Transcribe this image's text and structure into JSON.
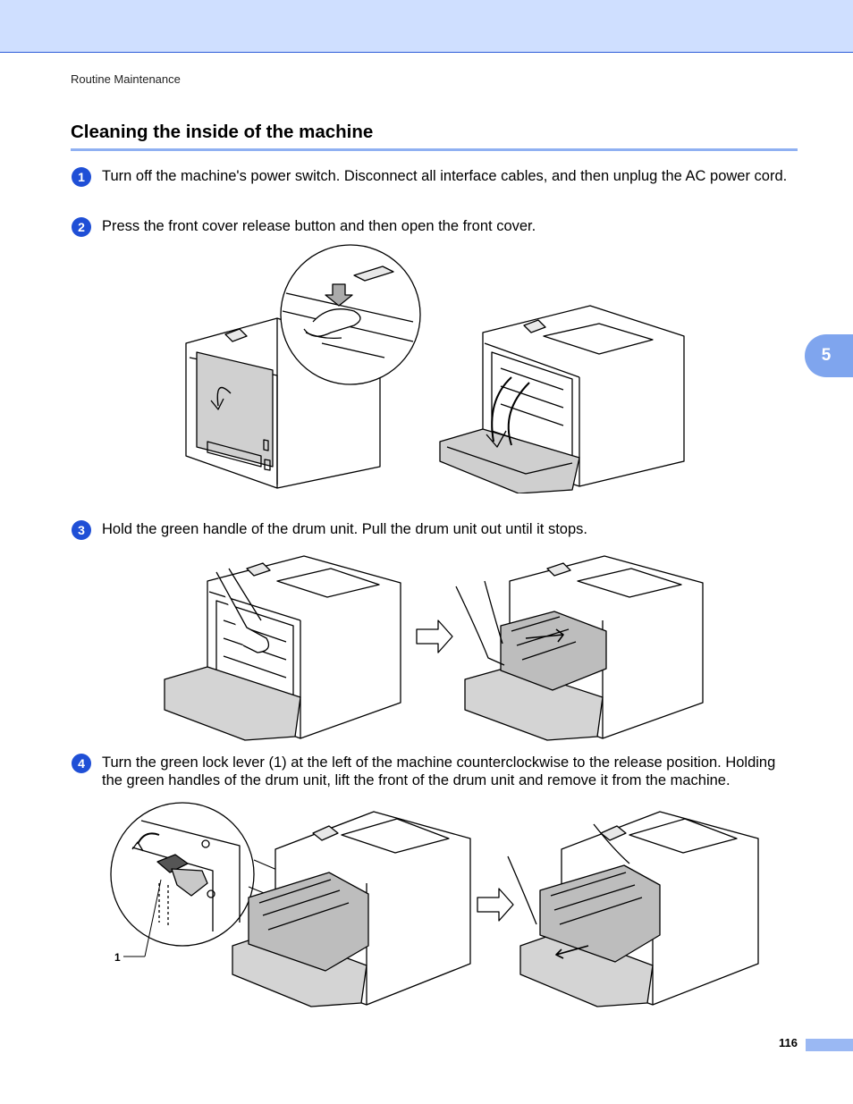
{
  "header": {
    "breadcrumb": "Routine Maintenance"
  },
  "section": {
    "title": "Cleaning the inside of the machine"
  },
  "chapter_tab": {
    "label": "5"
  },
  "steps": [
    {
      "number": "1",
      "text": "Turn off the machine's power switch. Disconnect all interface cables, and then unplug the AC power cord."
    },
    {
      "number": "2",
      "text": "Press the front cover release button and then open the front cover."
    },
    {
      "number": "3",
      "text": "Hold the green handle of the drum unit. Pull the drum unit out until it stops."
    },
    {
      "number": "4",
      "text": "Turn the green lock lever (1) at the left of the machine counterclockwise to the release position. Holding the green handles of the drum unit, lift the front of the drum unit and remove it from the machine."
    }
  ],
  "figure4": {
    "callout_label": "1"
  },
  "footer": {
    "page_number": "116"
  },
  "colors": {
    "accent": "#1f4fd6",
    "band": "#cfdfff",
    "rule": "#8fb0f2",
    "tab": "#7fa5ee"
  }
}
